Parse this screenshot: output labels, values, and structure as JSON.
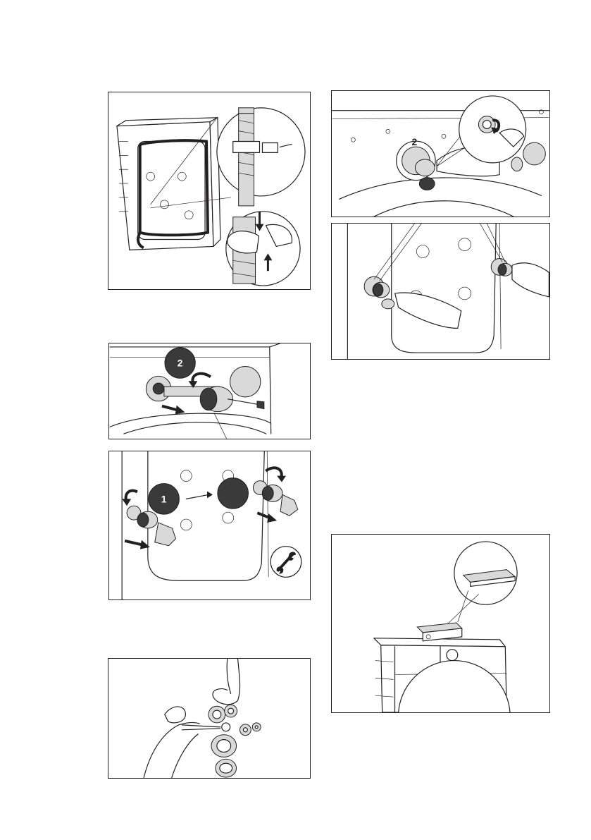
{
  "figures": [
    {
      "id": "remove-rear-panel-hoses",
      "labels": []
    },
    {
      "id": "remove-transit-bolts",
      "labels": [
        "2",
        "1"
      ]
    },
    {
      "id": "transit-bolt-removal-sequence",
      "labels": []
    },
    {
      "id": "rear-bolts-overview",
      "labels": []
    },
    {
      "id": "insert-plastic-caps",
      "labels": []
    },
    {
      "id": "level-appliance",
      "labels": []
    }
  ],
  "icons": [
    "wrench-icon",
    "rotate-arrow-icon",
    "direction-arrow-icon"
  ],
  "colors": {
    "line": "#231f20",
    "shade": "#d9d9d9",
    "dark": "#3a3a3a",
    "background": "#ffffff"
  }
}
